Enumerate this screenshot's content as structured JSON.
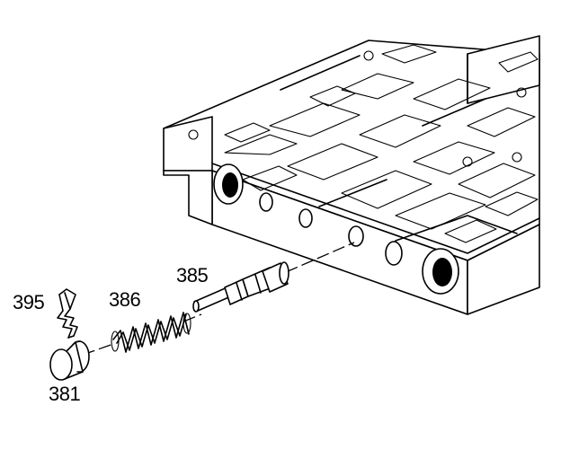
{
  "callouts": {
    "retainer_clip": "395",
    "spring": "386",
    "valve": "385",
    "plug": "381"
  }
}
